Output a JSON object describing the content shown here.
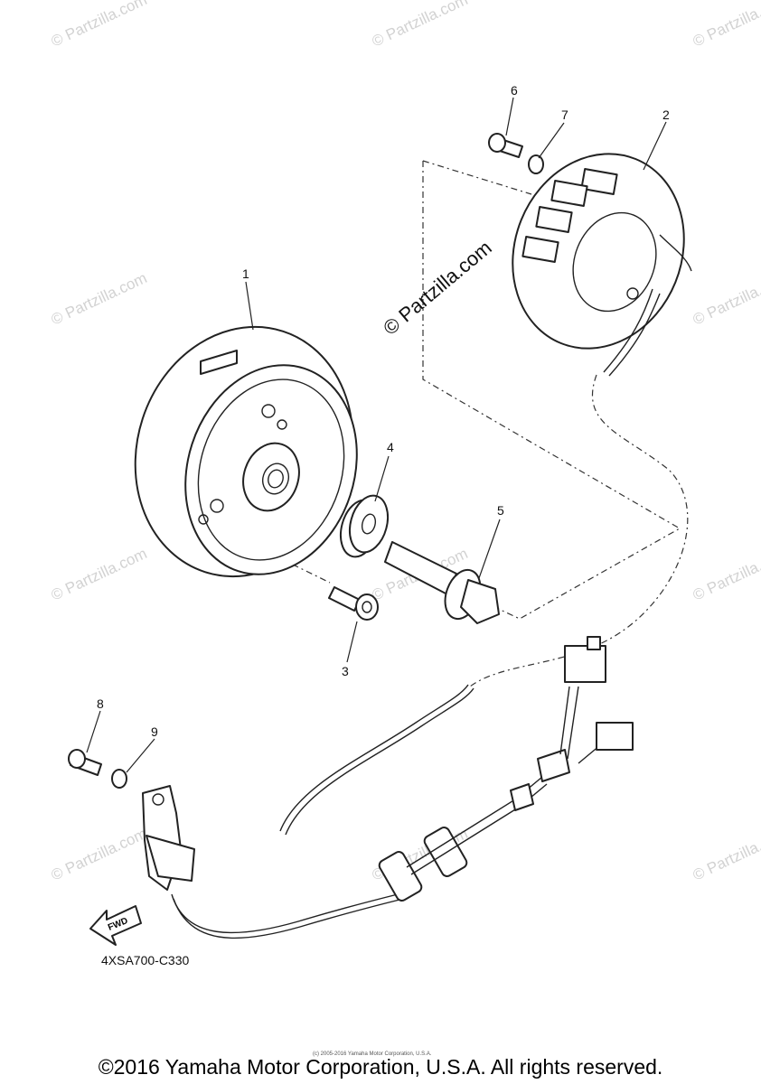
{
  "diagram": {
    "part_callouts": [
      "1",
      "2",
      "3",
      "4",
      "5",
      "6",
      "7",
      "8",
      "9"
    ],
    "diagram_code": "4XSA700-C330",
    "forward_arrow_label": "FWD",
    "watermark_main": "© Partzilla.com",
    "watermark_repeat": "© Partzilla.com",
    "copyright": "©2016 Yamaha Motor Corporation, U.S.A. All rights reserved.",
    "fine_print": "(c) 2005-2016 Yamaha Motor Corporation, U.S.A."
  }
}
